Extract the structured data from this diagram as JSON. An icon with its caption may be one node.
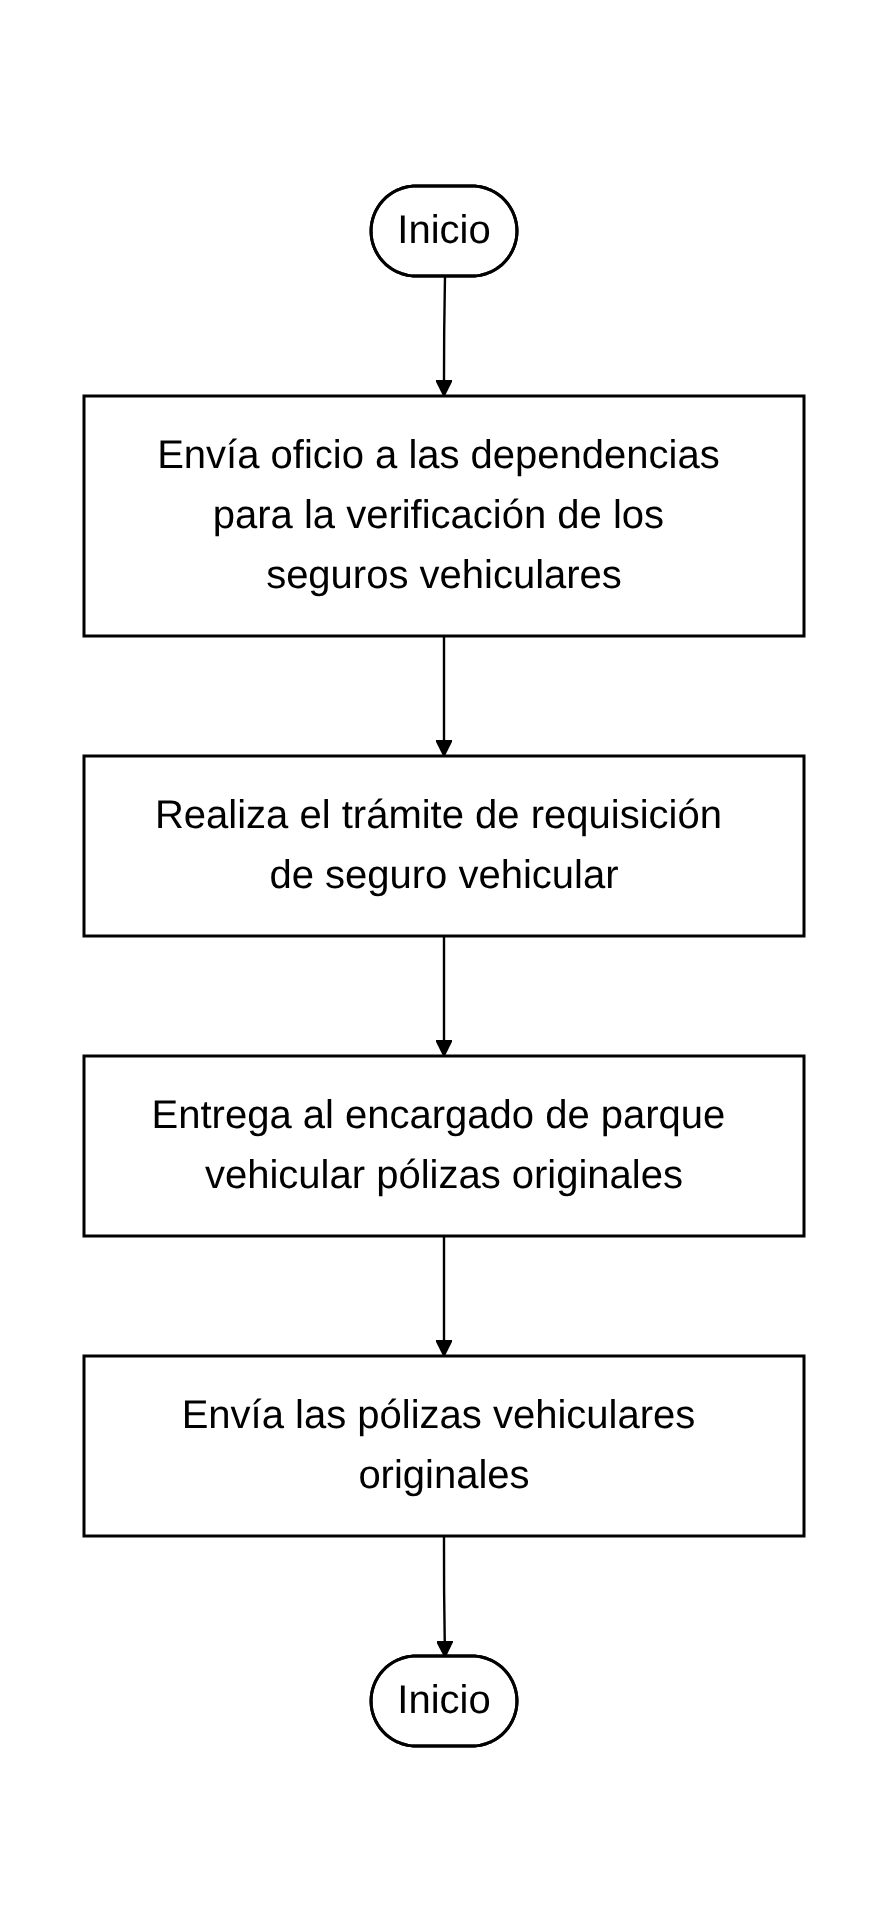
{
  "diagram": {
    "nodes": [
      {
        "text": [
          "Inicio"
        ]
      },
      {
        "text": [
          "Envía oficio a las dependencias para la verificación de los seguros vehiculares"
        ]
      },
      {
        "text": [
          "Realiza el trámite de requisición de seguro vehicular"
        ]
      },
      {
        "text": [
          "Entrega al encargado de parque vehicular pólizas originales"
        ]
      },
      {
        "text": [
          "Envía las pólizas vehiculares originales"
        ]
      },
      {
        "text": [
          "Inicio"
        ]
      }
    ],
    "edges": [
      {
        "from": 0,
        "to": 1,
        "arrow": "to"
      },
      {
        "from": 1,
        "to": 2,
        "arrow": "to"
      },
      {
        "from": 2,
        "to": 3,
        "arrow": "to"
      },
      {
        "from": 3,
        "to": 4,
        "arrow": "to"
      },
      {
        "from": 4,
        "to": 5,
        "arrow": "to"
      }
    ]
  }
}
